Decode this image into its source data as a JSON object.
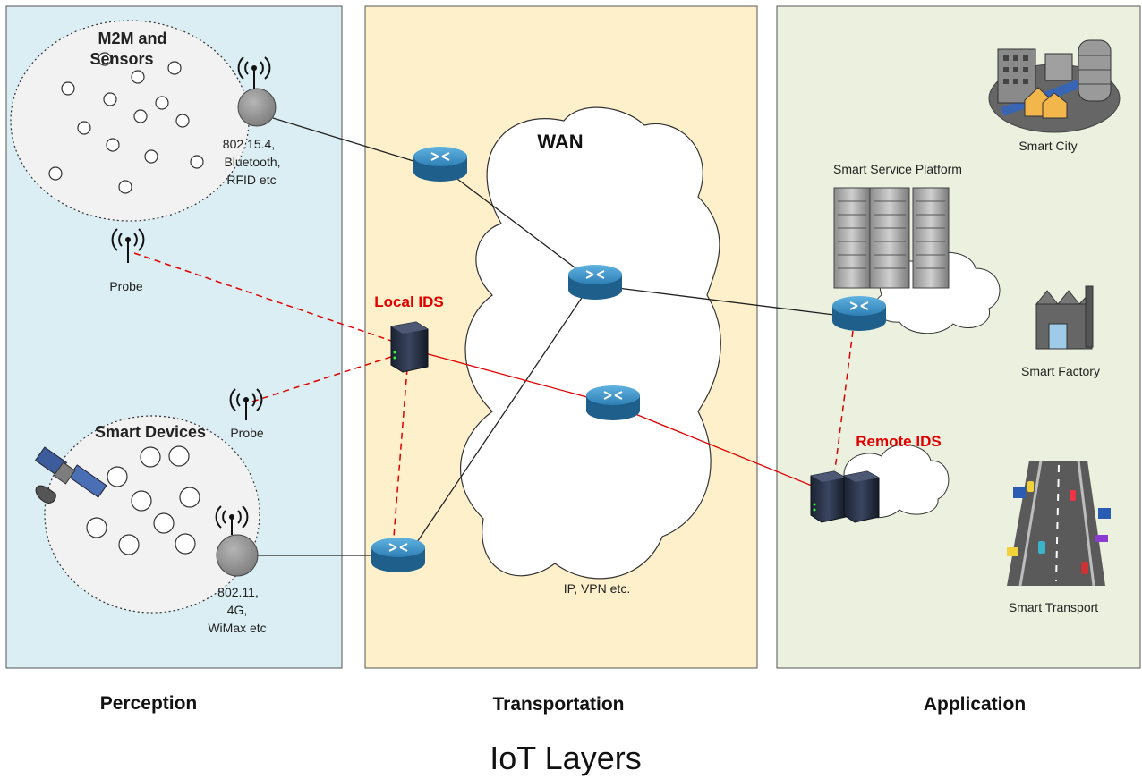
{
  "title": "IoT Layers",
  "colors": {
    "perception_bg": "#daeef3",
    "transport_bg": "#fdf0cb",
    "application_bg": "#ebf1de",
    "ids_red": "#e00000",
    "router_blue": "#2f7fb5"
  },
  "layers": {
    "perception": "Perception",
    "transportation": "Transportation",
    "application": "Application"
  },
  "perception": {
    "m2m_line1": "M2M and",
    "m2m_line2": "Sensors",
    "m2m_proto_1": "802.15.4,",
    "m2m_proto_2": "Bluetooth,",
    "m2m_proto_3": "RFID etc",
    "probe_top": "Probe",
    "probe_mid": "Probe",
    "smart_devices": "Smart Devices",
    "dev_proto_1": "802.11,",
    "dev_proto_2": "4G,",
    "dev_proto_3": "WiMax etc"
  },
  "transport": {
    "wan": "WAN",
    "local_ids": "Local IDS",
    "ip_vpn": "IP, VPN etc."
  },
  "application": {
    "smart_city": "Smart City",
    "smart_service_platform": "Smart Service Platform",
    "smart_factory": "Smart Factory",
    "remote_ids": "Remote IDS",
    "smart_transport": "Smart Transport"
  }
}
